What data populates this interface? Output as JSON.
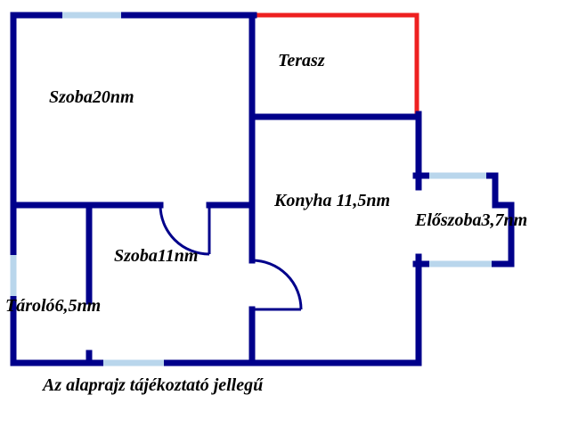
{
  "colors": {
    "wall": "#00008B",
    "window": "#b9d6ec",
    "terrace_edge": "#ee2020",
    "text": "#000000",
    "background": "#ffffff"
  },
  "rooms": [
    {
      "name": "szoba20",
      "label": "Szoba20nm",
      "area_sqm": 20
    },
    {
      "name": "terasz",
      "label": "Terasz"
    },
    {
      "name": "konyha",
      "label": "Konyha 11,5nm",
      "area_sqm": 11.5
    },
    {
      "name": "eloszoba",
      "label": "Előszoba3,7nm",
      "area_sqm": 3.7
    },
    {
      "name": "szoba11",
      "label": "Szoba11nm",
      "area_sqm": 11
    },
    {
      "name": "tarolo",
      "label": "Tároló6,5nm",
      "area_sqm": 6.5
    }
  ],
  "caption": "Az alaprajz tájékoztató jellegű"
}
